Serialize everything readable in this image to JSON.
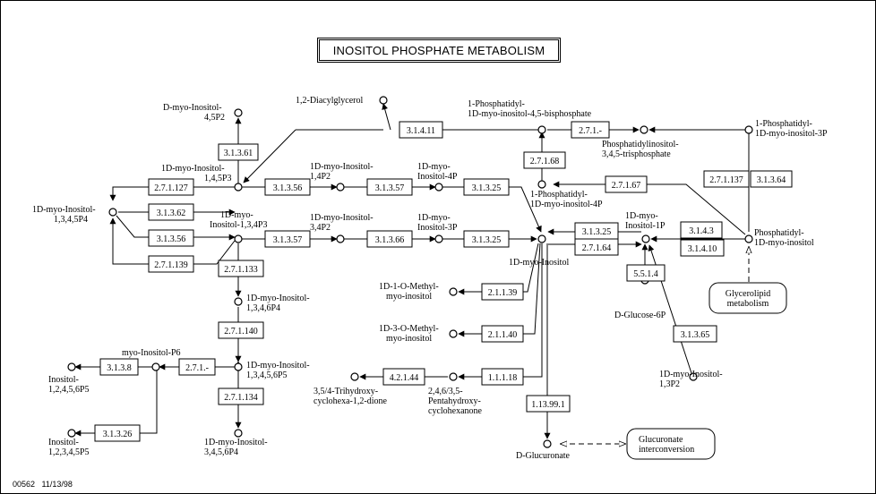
{
  "title": "INOSITOL PHOSPHATE METABOLISM",
  "footer": {
    "map_id": "00562",
    "date": "11/13/98"
  },
  "nodes": {
    "d_ins_145p2": [
      "D-myo-Inositol-",
      "4,5P2"
    ],
    "diacylglycerol": [
      "1,2-Diacylglycerol"
    ],
    "pip2": [
      "1-Phosphatidyl-",
      "1D-myo-inositol-4,5-bisphosphate"
    ],
    "pip3_345": [
      "Phosphatidylinositol-",
      "3,4,5-trisphosphate"
    ],
    "pi3p": [
      "1-Phosphatidyl-",
      "1D-myo-inositol-3P"
    ],
    "ins145p3": [
      "1D-myo-Inositol-",
      "1,4,5P3"
    ],
    "ins14p2": [
      "1D-myo-Inositol-",
      "1,4P2"
    ],
    "ins4p": [
      "1D-myo-",
      "Inositol-4P"
    ],
    "pi4p": [
      "1-Phosphatidyl-",
      "1D-myo-inositol-4P"
    ],
    "ins1345p4": [
      "1D-myo-Inositol-",
      "1,3,4,5P4"
    ],
    "ins134p3": [
      "1D-myo-",
      "Inositol-1,3,4P3"
    ],
    "ins34p2": [
      "1D-myo-Inositol-",
      "3,4P2"
    ],
    "ins3p": [
      "1D-myo-",
      "Inositol-3P"
    ],
    "ins1p": [
      "1D-myo-",
      "Inositol-1P"
    ],
    "pi": [
      "Phosphatidyl-",
      "1D-myo-inositol"
    ],
    "myo_inositol": [
      "1D-myo-Inositol"
    ],
    "glycerolipid": [
      "Glycerolipid",
      "metabolism"
    ],
    "ins1346p4": [
      "1D-myo-Inositol-",
      "1,3,4,6P4"
    ],
    "o_methyl_1": [
      "1D-1-O-Methyl-",
      "myo-inositol"
    ],
    "g6p": [
      "D-Glucose-6P"
    ],
    "o_methyl_3": [
      "1D-3-O-Methyl-",
      "myo-inositol"
    ],
    "ins13p2": [
      "1D-myo-Inositol-",
      "1,3P2"
    ],
    "ins_p6": [
      "myo-Inositol-P6"
    ],
    "ins12456p5": [
      "Inositol-",
      "1,2,4,5,6P5"
    ],
    "ins13456p5": [
      "1D-myo-Inositol-",
      "1,3,4,5,6P5"
    ],
    "trihydroxy": [
      "3,5/4-Trihydroxy-",
      "cyclohexa-1,2-dione"
    ],
    "pentahydroxy": [
      "2,4,6/3,5-",
      "Pentahydroxy-",
      "cyclohexanone"
    ],
    "ins12345p5": [
      "Inositol-",
      "1,2,3,4,5P5"
    ],
    "ins3456p4": [
      "1D-myo-Inositol-",
      "3,4,5,6P4"
    ],
    "glucuronate": [
      "D-Glucuronate"
    ],
    "glucuronate_interconv": [
      "Glucuronate",
      "interconversion"
    ]
  },
  "enzymes": {
    "e_3_1_3_61": "3.1.3.61",
    "e_3_1_4_11": "3.1.4.11",
    "e_2_7_1_dash_a": "2.7.1.-",
    "e_2_7_1_68": "2.7.1.68",
    "e_2_7_1_127": "2.7.1.127",
    "e_3_1_3_56_a": "3.1.3.56",
    "e_3_1_3_57_a": "3.1.3.57",
    "e_3_1_3_25_a": "3.1.3.25",
    "e_2_7_1_67": "2.7.1.67",
    "e_2_7_1_137": "2.7.1.137",
    "e_3_1_3_64": "3.1.3.64",
    "e_3_1_3_62": "3.1.3.62",
    "e_3_1_3_56_b": "3.1.3.56",
    "e_3_1_3_57_b": "3.1.3.57",
    "e_3_1_3_66": "3.1.3.66",
    "e_3_1_3_25_b": "3.1.3.25",
    "e_3_1_3_25_c": "3.1.3.25",
    "e_2_7_1_64": "2.7.1.64",
    "e_3_1_4_3": "3.1.4.3",
    "e_3_1_4_10": "3.1.4.10",
    "e_2_7_1_139": "2.7.1.139",
    "e_2_7_1_133": "2.7.1.133",
    "e_2_1_1_39": "2.1.1.39",
    "e_5_5_1_4": "5.5.1.4",
    "e_2_1_1_40": "2.1.1.40",
    "e_3_1_3_65": "3.1.3.65",
    "e_2_7_1_140": "2.7.1.140",
    "e_3_1_3_8": "3.1.3.8",
    "e_2_7_1_dash_b": "2.7.1.-",
    "e_4_2_1_44": "4.2.1.44",
    "e_1_1_1_18": "1.1.1.18",
    "e_2_7_1_134": "2.7.1.134",
    "e_1_13_99_1": "1.13.99.1",
    "e_3_1_3_26": "3.1.3.26"
  }
}
